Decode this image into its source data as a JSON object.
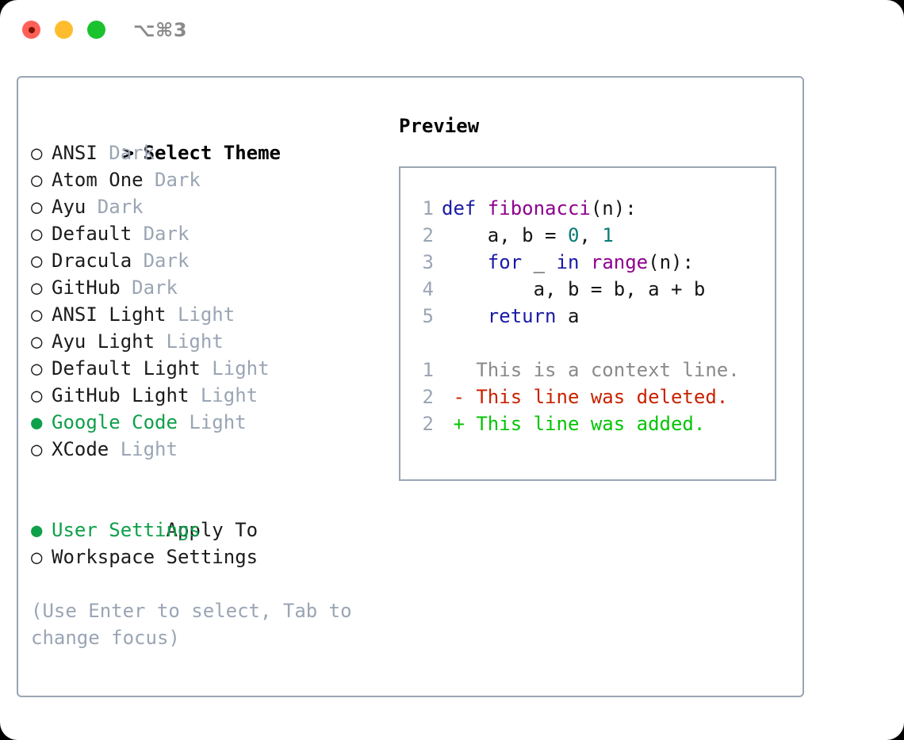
{
  "titlebar": {
    "shortcut": "⌥⌘3",
    "buttons": [
      {
        "name": "close",
        "color": "#ff6058"
      },
      {
        "name": "minimize",
        "color": "#ffbd2e"
      },
      {
        "name": "zoom",
        "color": "#1ac22e"
      }
    ]
  },
  "theme_picker": {
    "header_prefix": ">",
    "header_label": "Select Theme",
    "bullet_unselected": "○",
    "bullet_selected": "●",
    "accent_color": "#0ea04a",
    "muted_color": "#9aa5b4",
    "items": [
      {
        "bullet": "○",
        "name": "ANSI",
        "kind": "Dark",
        "selected": false
      },
      {
        "bullet": "○",
        "name": "Atom One",
        "kind": "Dark",
        "selected": false
      },
      {
        "bullet": "○",
        "name": "Ayu",
        "kind": "Dark",
        "selected": false
      },
      {
        "bullet": "○",
        "name": "Default",
        "kind": "Dark",
        "selected": false
      },
      {
        "bullet": "○",
        "name": "Dracula",
        "kind": "Dark",
        "selected": false
      },
      {
        "bullet": "○",
        "name": "GitHub",
        "kind": "Dark",
        "selected": false
      },
      {
        "bullet": "○",
        "name": "ANSI Light",
        "kind": "Light",
        "selected": false
      },
      {
        "bullet": "○",
        "name": "Ayu Light",
        "kind": "Light",
        "selected": false
      },
      {
        "bullet": "○",
        "name": "Default Light",
        "kind": "Light",
        "selected": false
      },
      {
        "bullet": "○",
        "name": "GitHub Light",
        "kind": "Light",
        "selected": false
      },
      {
        "bullet": "●",
        "name": "Google Code",
        "kind": "Light",
        "selected": true
      },
      {
        "bullet": "○",
        "name": "XCode",
        "kind": "Light",
        "selected": false
      }
    ]
  },
  "apply_to": {
    "header_label": "Apply To",
    "items": [
      {
        "bullet": "●",
        "name": "User Settings",
        "selected": true
      },
      {
        "bullet": "○",
        "name": "Workspace Settings",
        "selected": false
      }
    ]
  },
  "hint": {
    "text": "(Use Enter to select, Tab to change focus)"
  },
  "preview": {
    "title": "Preview",
    "code_lines": [
      {
        "num": "1",
        "tokens": [
          {
            "text": "def ",
            "type": "kw"
          },
          {
            "text": "fibonacci",
            "type": "fn"
          },
          {
            "text": "(n):",
            "type": "txt"
          }
        ]
      },
      {
        "num": "2",
        "tokens": [
          {
            "text": "    a, b = ",
            "type": "txt"
          },
          {
            "text": "0",
            "type": "num"
          },
          {
            "text": ", ",
            "type": "txt"
          },
          {
            "text": "1",
            "type": "num"
          }
        ]
      },
      {
        "num": "3",
        "tokens": [
          {
            "text": "    ",
            "type": "txt"
          },
          {
            "text": "for",
            "type": "kw"
          },
          {
            "text": " _ ",
            "type": "txt"
          },
          {
            "text": "in",
            "type": "kw"
          },
          {
            "text": " ",
            "type": "txt"
          },
          {
            "text": "range",
            "type": "fn"
          },
          {
            "text": "(n):",
            "type": "txt"
          }
        ]
      },
      {
        "num": "4",
        "tokens": [
          {
            "text": "        a, b = b, a + b",
            "type": "txt"
          }
        ]
      },
      {
        "num": "5",
        "tokens": [
          {
            "text": "    ",
            "type": "txt"
          },
          {
            "text": "return",
            "type": "kw"
          },
          {
            "text": " a",
            "type": "txt"
          }
        ]
      }
    ],
    "diff_lines": [
      {
        "num": "1",
        "marker": " ",
        "text": "This is a context line.",
        "type": "ctx"
      },
      {
        "num": "2",
        "marker": "-",
        "text": "This line was deleted.",
        "type": "del"
      },
      {
        "num": "2",
        "marker": "+",
        "text": "This line was added.",
        "type": "add"
      }
    ],
    "syntax_colors": {
      "keyword": "#1a1aa6",
      "function": "#8e008e",
      "number": "#0b7a75",
      "text": "#151515",
      "line_number": "#9aa5b4",
      "diff_context": "#8a8a8a",
      "diff_deleted": "#c92200",
      "diff_added": "#06c406"
    }
  }
}
